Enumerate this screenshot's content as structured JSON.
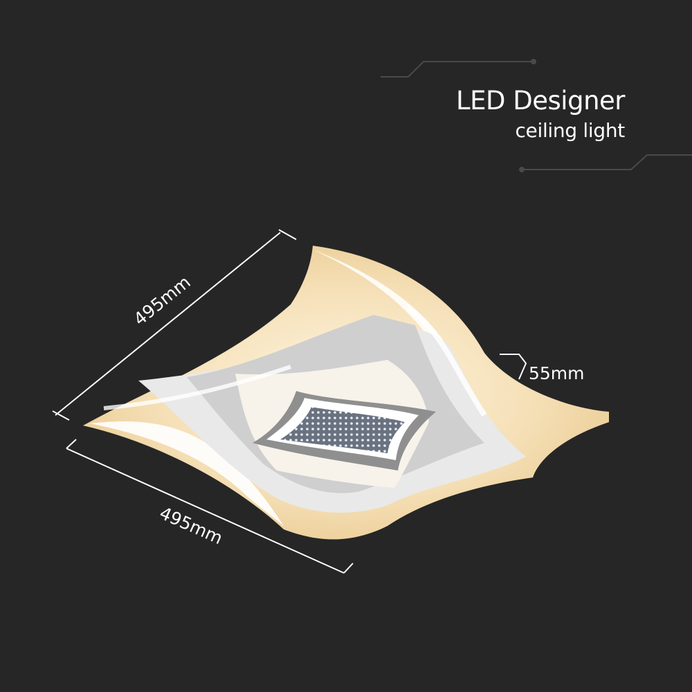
{
  "heading": {
    "title": "LED Designer",
    "subtitle": "ceiling light"
  },
  "dimensions": {
    "length": "495mm",
    "width": "495mm",
    "height": "55mm"
  },
  "colors": {
    "background": "#262626",
    "text": "#ffffff",
    "lines": "#4a4a4a",
    "glow": "#f3d9a8"
  }
}
